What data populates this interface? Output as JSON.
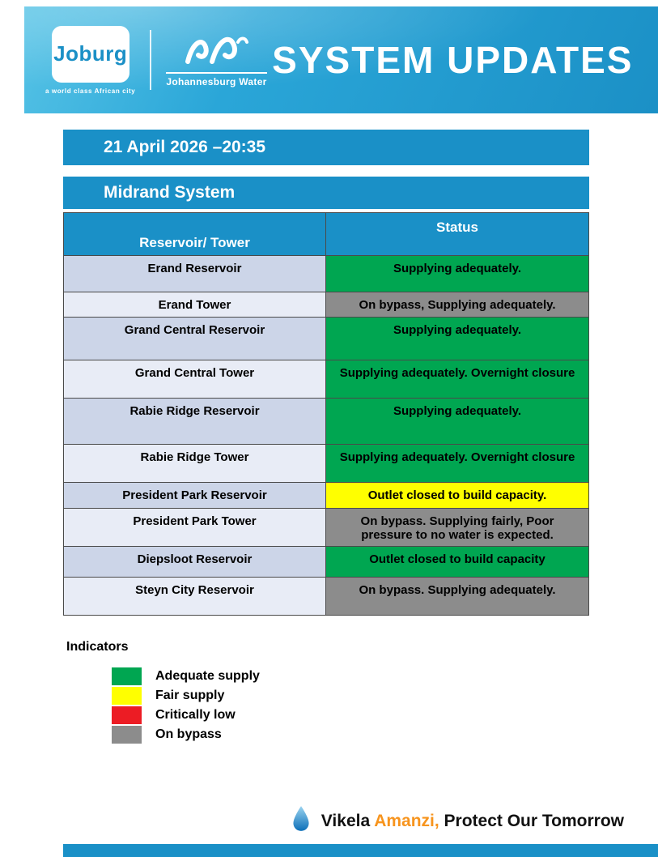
{
  "header": {
    "title": "SYSTEM UPDATES",
    "joburg": {
      "name": "Joburg",
      "tagline": "a world class African city"
    },
    "water": {
      "name": "Johannesburg Water"
    }
  },
  "date_bar": {
    "text": "21 April 2026 –20:35"
  },
  "system_bar": {
    "text": "Midrand System"
  },
  "table": {
    "headers": {
      "col1": "Reservoir/ Tower",
      "col2": "Status"
    },
    "rows": [
      {
        "name": "Erand Reservoir",
        "status": "Supplying adequately.",
        "color": "#00A651"
      },
      {
        "name": "Erand Tower",
        "status": "On bypass, Supplying adequately.",
        "color": "#8C8C8C"
      },
      {
        "name": "Grand Central Reservoir",
        "status": "Supplying adequately.",
        "color": "#00A651"
      },
      {
        "name": "Grand Central Tower",
        "status": "Supplying adequately. Overnight closure",
        "color": "#00A651"
      },
      {
        "name": "Rabie Ridge Reservoir",
        "status": "Supplying adequately.",
        "color": "#00A651"
      },
      {
        "name": "Rabie Ridge Tower",
        "status": "Supplying adequately. Overnight closure",
        "color": "#00A651"
      },
      {
        "name": "President Park Reservoir",
        "status": "Outlet closed to build capacity.",
        "color": "#FFFF00"
      },
      {
        "name": "President Park Tower",
        "status": "On bypass. Supplying fairly, Poor pressure to no water is expected.",
        "color": "#8C8C8C"
      },
      {
        "name": "Diepsloot Reservoir",
        "status": "Outlet closed to build capacity",
        "color": "#00A651"
      },
      {
        "name": "Steyn City Reservoir",
        "status": "On bypass. Supplying adequately.",
        "color": "#8C8C8C"
      }
    ]
  },
  "indicators": {
    "title": "Indicators",
    "items": [
      {
        "label": "Adequate supply",
        "color": "#00A651"
      },
      {
        "label": "Fair supply",
        "color": "#FFFF00"
      },
      {
        "label": "Critically low",
        "color": "#EC1C24"
      },
      {
        "label": "On bypass",
        "color": "#8C8C8C"
      }
    ]
  },
  "footer": {
    "word1": "Vikela ",
    "word2": "Amanzi,",
    "word3": " Protect Our Tomorrow"
  }
}
